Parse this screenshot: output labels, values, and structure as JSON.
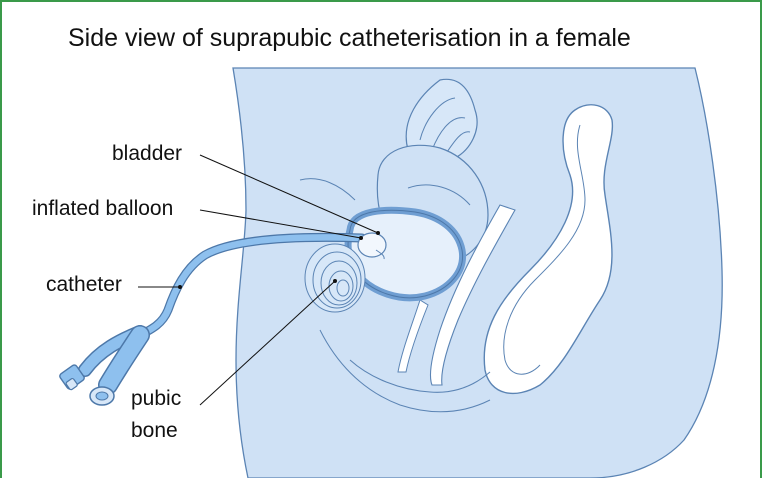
{
  "title": "Side view of suprapubic catheterisation in a female",
  "labels": {
    "bladder": "bladder",
    "inflated_balloon": "inflated balloon",
    "catheter": "catheter",
    "pubic": "pubic",
    "bone": "bone"
  },
  "colors": {
    "body_fill": "#cfe1f5",
    "outline": "#5b84b4",
    "catheter": "#7fb1e2",
    "frame": "#3a9a4a"
  }
}
